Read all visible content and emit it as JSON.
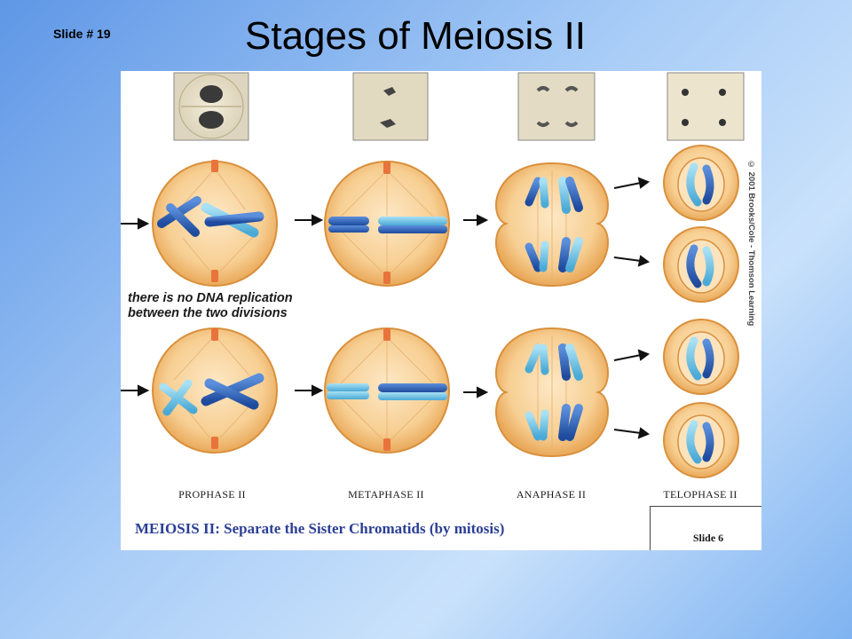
{
  "slide": {
    "number_label": "Slide # 19",
    "title": "Stages of Meiosis II"
  },
  "figure": {
    "stages": [
      {
        "label": "PROPHASE II"
      },
      {
        "label": "METAPHASE II"
      },
      {
        "label": "ANAPHASE II"
      },
      {
        "label": "TELOPHASE II"
      }
    ],
    "note_line1": "there is no DNA replication",
    "note_line2": "between the two divisions",
    "caption": "MEIOSIS II:  Separate the Sister Chromatids (by mitosis)",
    "inner_slide_label": "Slide 6",
    "copyright": "© 2001 Brooks/Cole - Thomson Learning",
    "colors": {
      "cell_fill": "#f6c98a",
      "cell_outline": "#d9903c",
      "chromatid_dark": "#2e5fb3",
      "chromatid_light": "#6ec1e4",
      "centriole": "#e8743b",
      "caption_blue": "#2b3f95"
    }
  }
}
